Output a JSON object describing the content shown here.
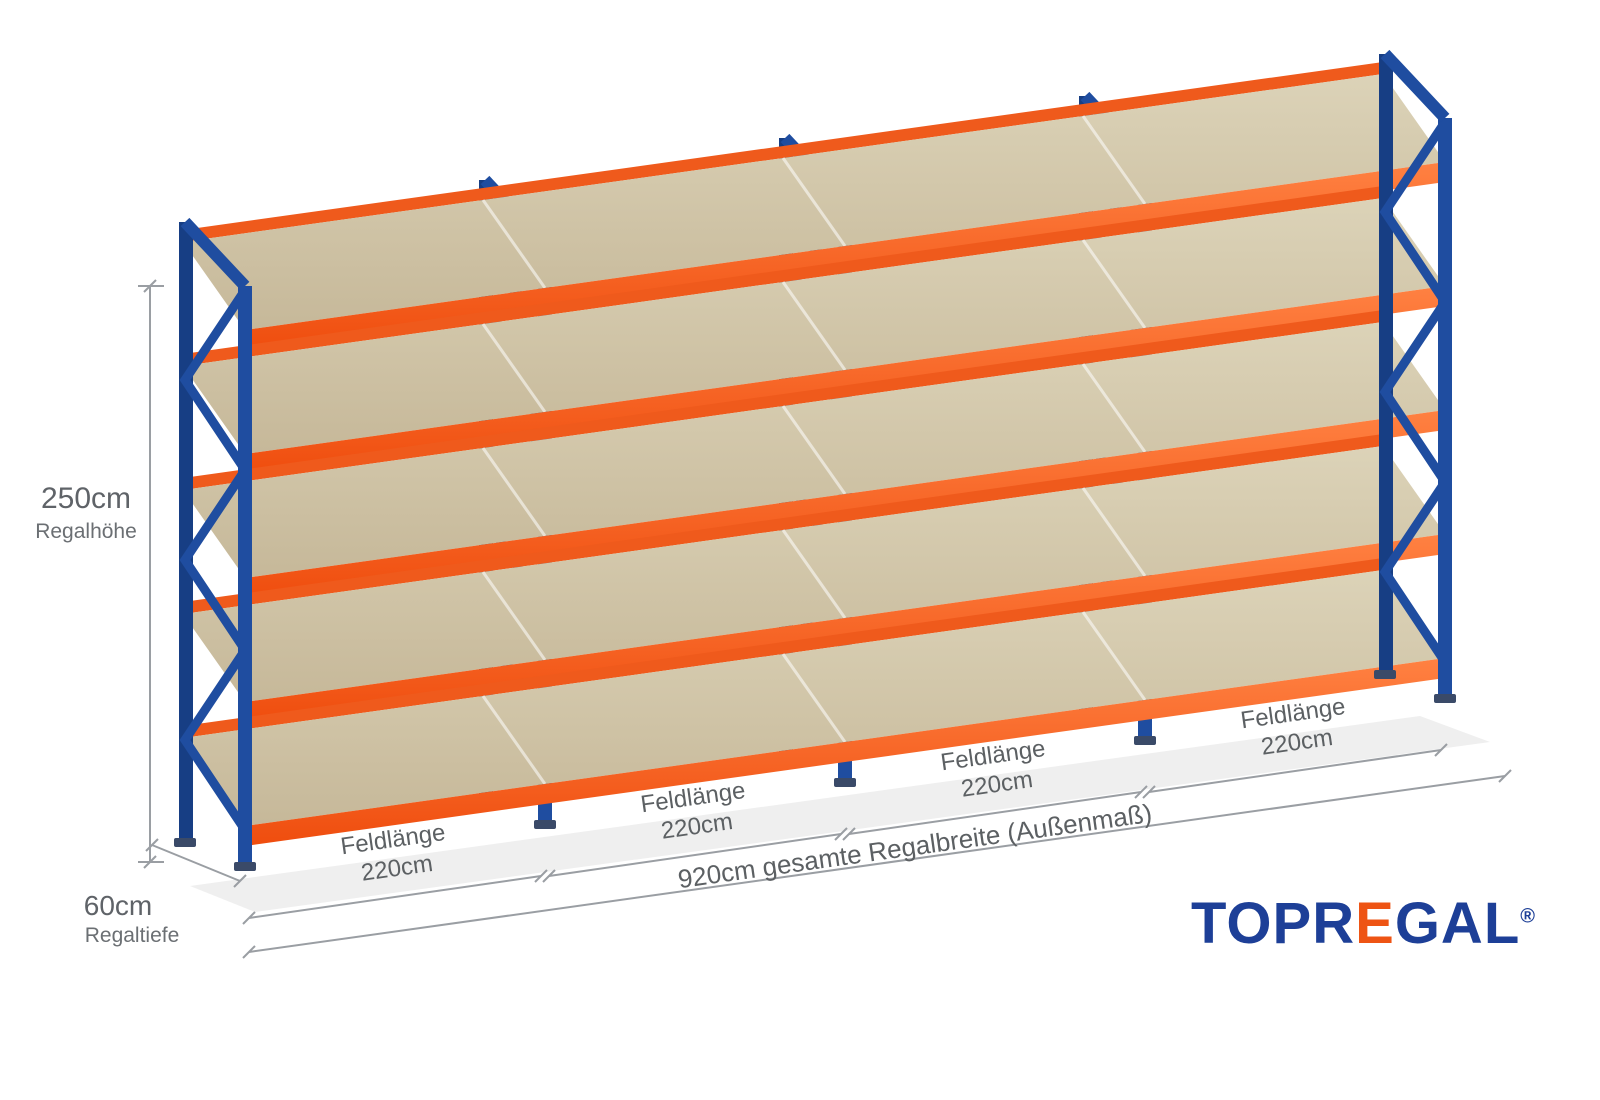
{
  "dims": {
    "height_value": "250cm",
    "height_label": "Regalhöhe",
    "depth_value": "60cm",
    "depth_label": "Regaltiefe",
    "bays": [
      {
        "label": "Feldlänge",
        "value": "220cm"
      },
      {
        "label": "Feldlänge",
        "value": "220cm"
      },
      {
        "label": "Feldlänge",
        "value": "220cm"
      },
      {
        "label": "Feldlänge",
        "value": "220cm"
      }
    ],
    "total_label": "920cm gesamte Regalbreite (Außenmaß)"
  },
  "logo": {
    "pre": "TOPR",
    "accent": "E",
    "post": "GAL",
    "reg": "®"
  },
  "colors": {
    "frame_blue": "#1f4da0",
    "frame_blue_dark": "#173e84",
    "beam_orange": "#f55a17",
    "shelf_tan": "#cfc3a4",
    "logo_blue": "#1d3f97",
    "logo_orange": "#ee5414",
    "dimension_gray": "#5f6368"
  }
}
